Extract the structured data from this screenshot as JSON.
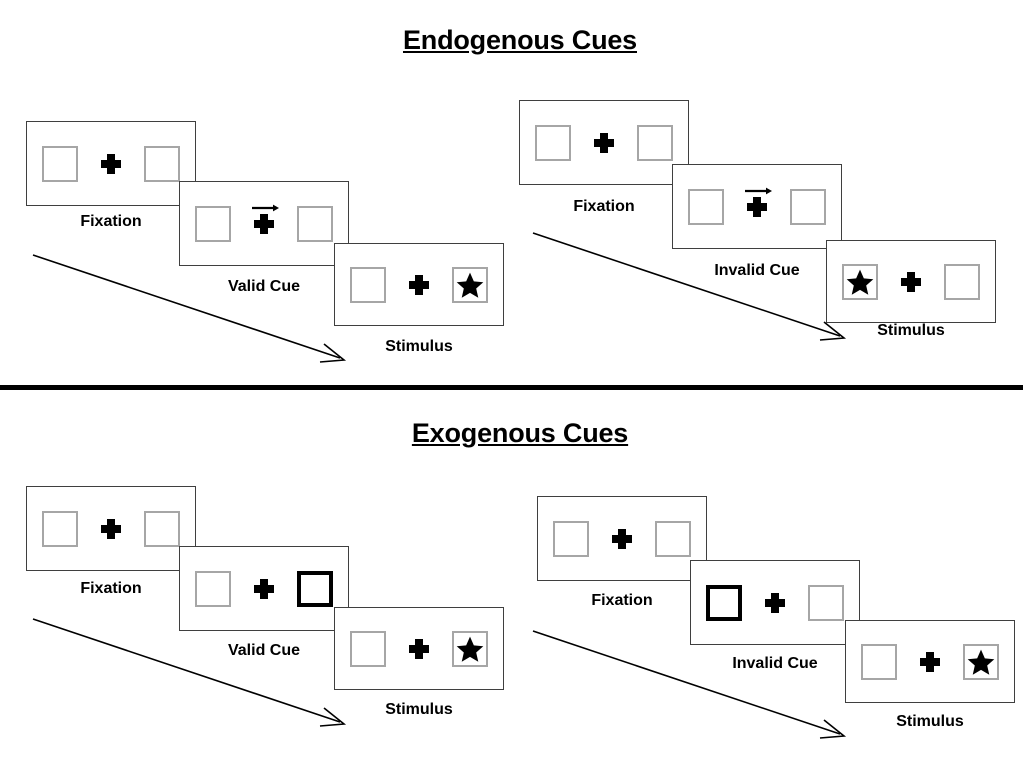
{
  "slide": {
    "background": "#ffffff",
    "divider_color": "#000000",
    "frame_color": "#3f3f3f",
    "slot_color": "#a6a6a6",
    "cue_color": "#000000"
  },
  "sections": [
    {
      "id": "endogenous",
      "title": "Endogenous Cues",
      "columns": [
        {
          "id": "endogenous-valid",
          "steps": [
            {
              "label": "Fixation",
              "left": "empty",
              "right": "empty",
              "cross": "plain"
            },
            {
              "label": "Valid Cue",
              "left": "empty",
              "right": "empty",
              "cross": "arrow-right"
            },
            {
              "label": "Stimulus",
              "left": "empty",
              "right": "star",
              "cross": "plain"
            }
          ]
        },
        {
          "id": "endogenous-invalid",
          "steps": [
            {
              "label": "Fixation",
              "left": "empty",
              "right": "empty",
              "cross": "plain"
            },
            {
              "label": "Invalid Cue",
              "left": "empty",
              "right": "empty",
              "cross": "arrow-right"
            },
            {
              "label": "Stimulus",
              "left": "star",
              "right": "empty",
              "cross": "plain"
            }
          ]
        }
      ]
    },
    {
      "id": "exogenous",
      "title": "Exogenous Cues",
      "columns": [
        {
          "id": "exogenous-valid",
          "steps": [
            {
              "label": "Fixation",
              "left": "empty",
              "right": "empty",
              "cross": "plain"
            },
            {
              "label": "Valid Cue",
              "left": "empty",
              "right": "cued",
              "cross": "plain"
            },
            {
              "label": "Stimulus",
              "left": "empty",
              "right": "star",
              "cross": "plain"
            }
          ]
        },
        {
          "id": "exogenous-invalid",
          "steps": [
            {
              "label": "Fixation",
              "left": "empty",
              "right": "empty",
              "cross": "plain"
            },
            {
              "label": "Invalid Cue",
              "left": "cued",
              "right": "empty",
              "cross": "plain"
            },
            {
              "label": "Stimulus",
              "left": "empty",
              "right": "star",
              "cross": "plain"
            }
          ]
        }
      ]
    }
  ],
  "icons": {
    "star": "star-icon",
    "fixation_cross": "fixation-cross-icon",
    "arrow_cue": "arrow-right-cue-icon",
    "time_arrow": "time-flow-arrow-icon"
  }
}
